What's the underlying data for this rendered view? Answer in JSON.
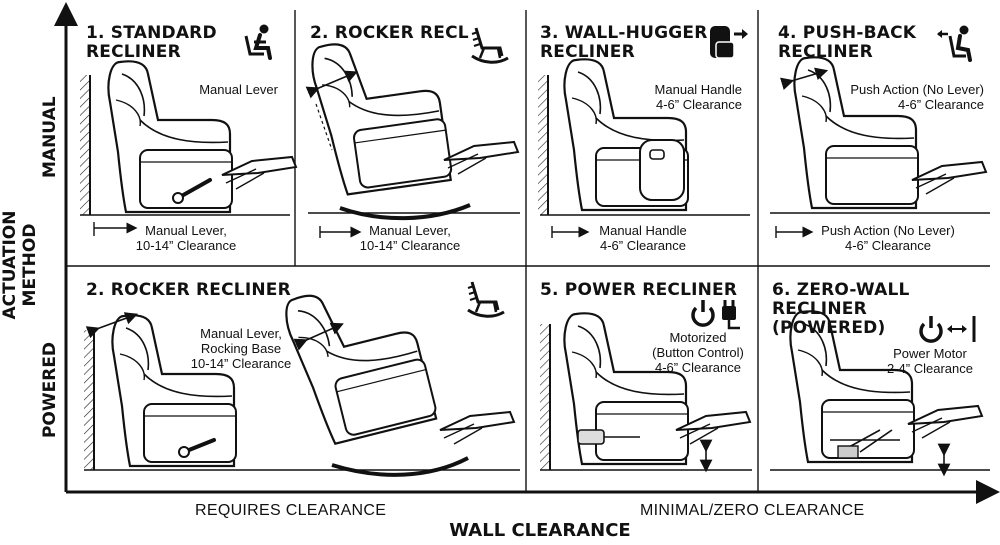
{
  "axes": {
    "y_title": "ACTUATION METHOD",
    "row_top": "MANUAL",
    "row_bottom": "POWERED",
    "x_title": "WALL CLEARANCE",
    "x_left": "REQUIRES CLEARANCE",
    "x_right": "MINIMAL/ZERO CLEARANCE"
  },
  "panels": [
    {
      "title": "1. STANDARD\nRECLINER",
      "note_top": "Manual Lever",
      "note_bottom": "Manual Lever,\n10-14” Clearance",
      "icon": "seated-person-icon"
    },
    {
      "title": "2. ROCKER RECL",
      "note_bottom": "Manual Lever,\n10-14” Clearance",
      "icon": "rocking-chair-icon"
    },
    {
      "title": "3. WALL-HUGGER\nRECLINER",
      "note_top": "Manual Handle\n4-6” Clearance",
      "note_bottom": "Manual Handle\n4-6” Clearance",
      "icon": "wall-hugger-icon"
    },
    {
      "title": "4. PUSH-BACK\nRECLINER",
      "note_top": "Push Action (No Lever)\n4-6” Clearance",
      "note_bottom": "Push Action (No Lever)\n4-6” Clearance",
      "icon": "push-back-person-icon"
    },
    {
      "title": "2. ROCKER RECLINER",
      "note_top": "Manual Lever,\nRocking Base\n10-14” Clearance",
      "icon": "rocking-chair-icon"
    },
    {
      "title": "5. POWER RECLINER",
      "note_top": "Motorized\n(Button Control)\n4-6” Clearance",
      "icon": "power-plug-icon"
    },
    {
      "title": "6. ZERO-WALL RECLINER\n(POWERED)",
      "note_top": "Power Motor\n2-4” Clearance",
      "icon": "power-arrows-icon"
    }
  ]
}
